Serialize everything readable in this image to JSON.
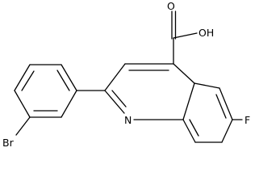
{
  "atoms": {
    "carboxyl_oxygen": "O",
    "hydroxyl": "OH",
    "nitrogen": "N",
    "fluorine": "F",
    "bromine": "Br"
  }
}
